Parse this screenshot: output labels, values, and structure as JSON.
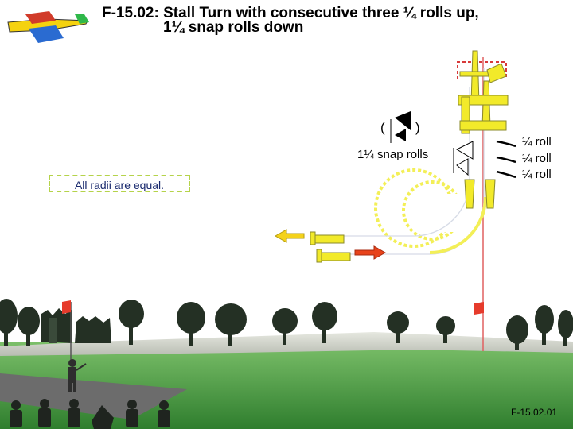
{
  "title_line1": "F-15.02: Stall Turn with consecutive three ¼ rolls up,",
  "title_line2": "1¼ snap rolls down",
  "snap_label": "1¼ snap rolls",
  "roll_labels": [
    "¼ roll",
    "¼ roll",
    "¼ roll"
  ],
  "note": "All radii are equal.",
  "figure_code": "F-15.02.01",
  "colors": {
    "sky": "#ffffff",
    "grass": "#4f9e3c",
    "ground_band": "#cfd3c8",
    "runway": "#6c6c6c",
    "flight_path": "#e06060",
    "frame": "#d83a3a",
    "plane": "#f2ea2a",
    "circle": "#f3ef57",
    "arrow_left": "#f4d21a",
    "arrow_right": "#e8431b"
  }
}
